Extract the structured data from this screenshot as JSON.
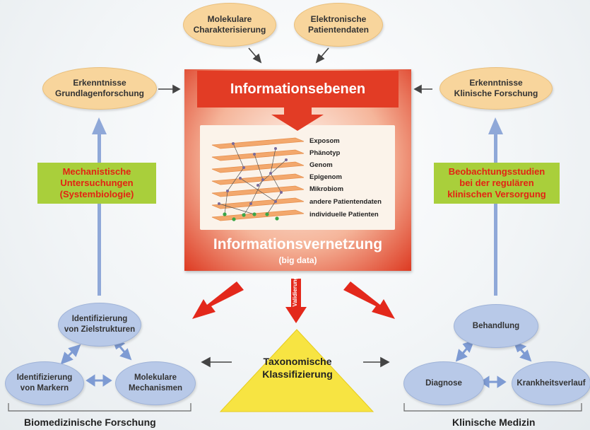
{
  "top_sources": {
    "molecular": "Molekulare\nCharakterisierung",
    "electronic": "Elektronische\nPatientendaten"
  },
  "left_top": "Erkenntnisse\nGrundlagenforschung",
  "right_top": "Erkenntnisse\nKlinische Forschung",
  "left_box": "Mechanistische\nUntersuchungen\n(Systembiologie)",
  "right_box": "Beobachtungsstudien\nbei der regulären\nklinischen Versorgung",
  "center": {
    "title": "Informationsebenen",
    "layers": [
      "Exposom",
      "Phänotyp",
      "Genom",
      "Epigenom",
      "Mikrobiom",
      "andere Patientendaten",
      "individuelle Patienten"
    ],
    "network_title": "Informationsvernetzung",
    "network_subtitle": "(big data)",
    "validation": "Validierung"
  },
  "taxonomy": "Taxonomische\nKlassifizierung",
  "biomedical": {
    "target": "Identifizierung\nvon Zielstrukturen",
    "markers": "Identifizierung\nvon Markern",
    "mechanisms": "Molekulare\nMechanismen",
    "label": "Biomedizinische Forschung"
  },
  "clinical": {
    "treatment": "Behandlung",
    "diagnosis": "Diagnose",
    "course": "Krankheitsverlauf",
    "label": "Klinische Medizin"
  },
  "colors": {
    "orange_ellipse": "#f8d59c",
    "blue_ellipse": "#b8c9e8",
    "green_box": "#a9cf3b",
    "red": "#e23c25",
    "triangle": "#f7e442",
    "blue_arrow": "#8fa8d8"
  }
}
